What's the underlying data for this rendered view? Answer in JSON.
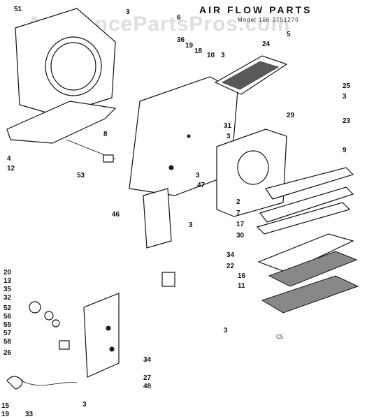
{
  "header": {
    "title": "AIR FLOW PARTS",
    "model": "Model 106.3751270",
    "watermark": "AppliancePartsPros.com",
    "corner_mark": "C5"
  },
  "callouts": [
    "51",
    "3",
    "6",
    "36",
    "19",
    "18",
    "10",
    "3",
    "24",
    "5",
    "25",
    "3",
    "29",
    "23",
    "31",
    "3",
    "9",
    "8",
    "4",
    "12",
    "53",
    "3",
    "47",
    "2",
    "7",
    "17",
    "30",
    "46",
    "3",
    "34",
    "22",
    "16",
    "11",
    "20",
    "13",
    "35",
    "32",
    "52",
    "56",
    "55",
    "57",
    "58",
    "26",
    "3",
    "34",
    "27",
    "48",
    "15",
    "19",
    "33",
    "3"
  ]
}
